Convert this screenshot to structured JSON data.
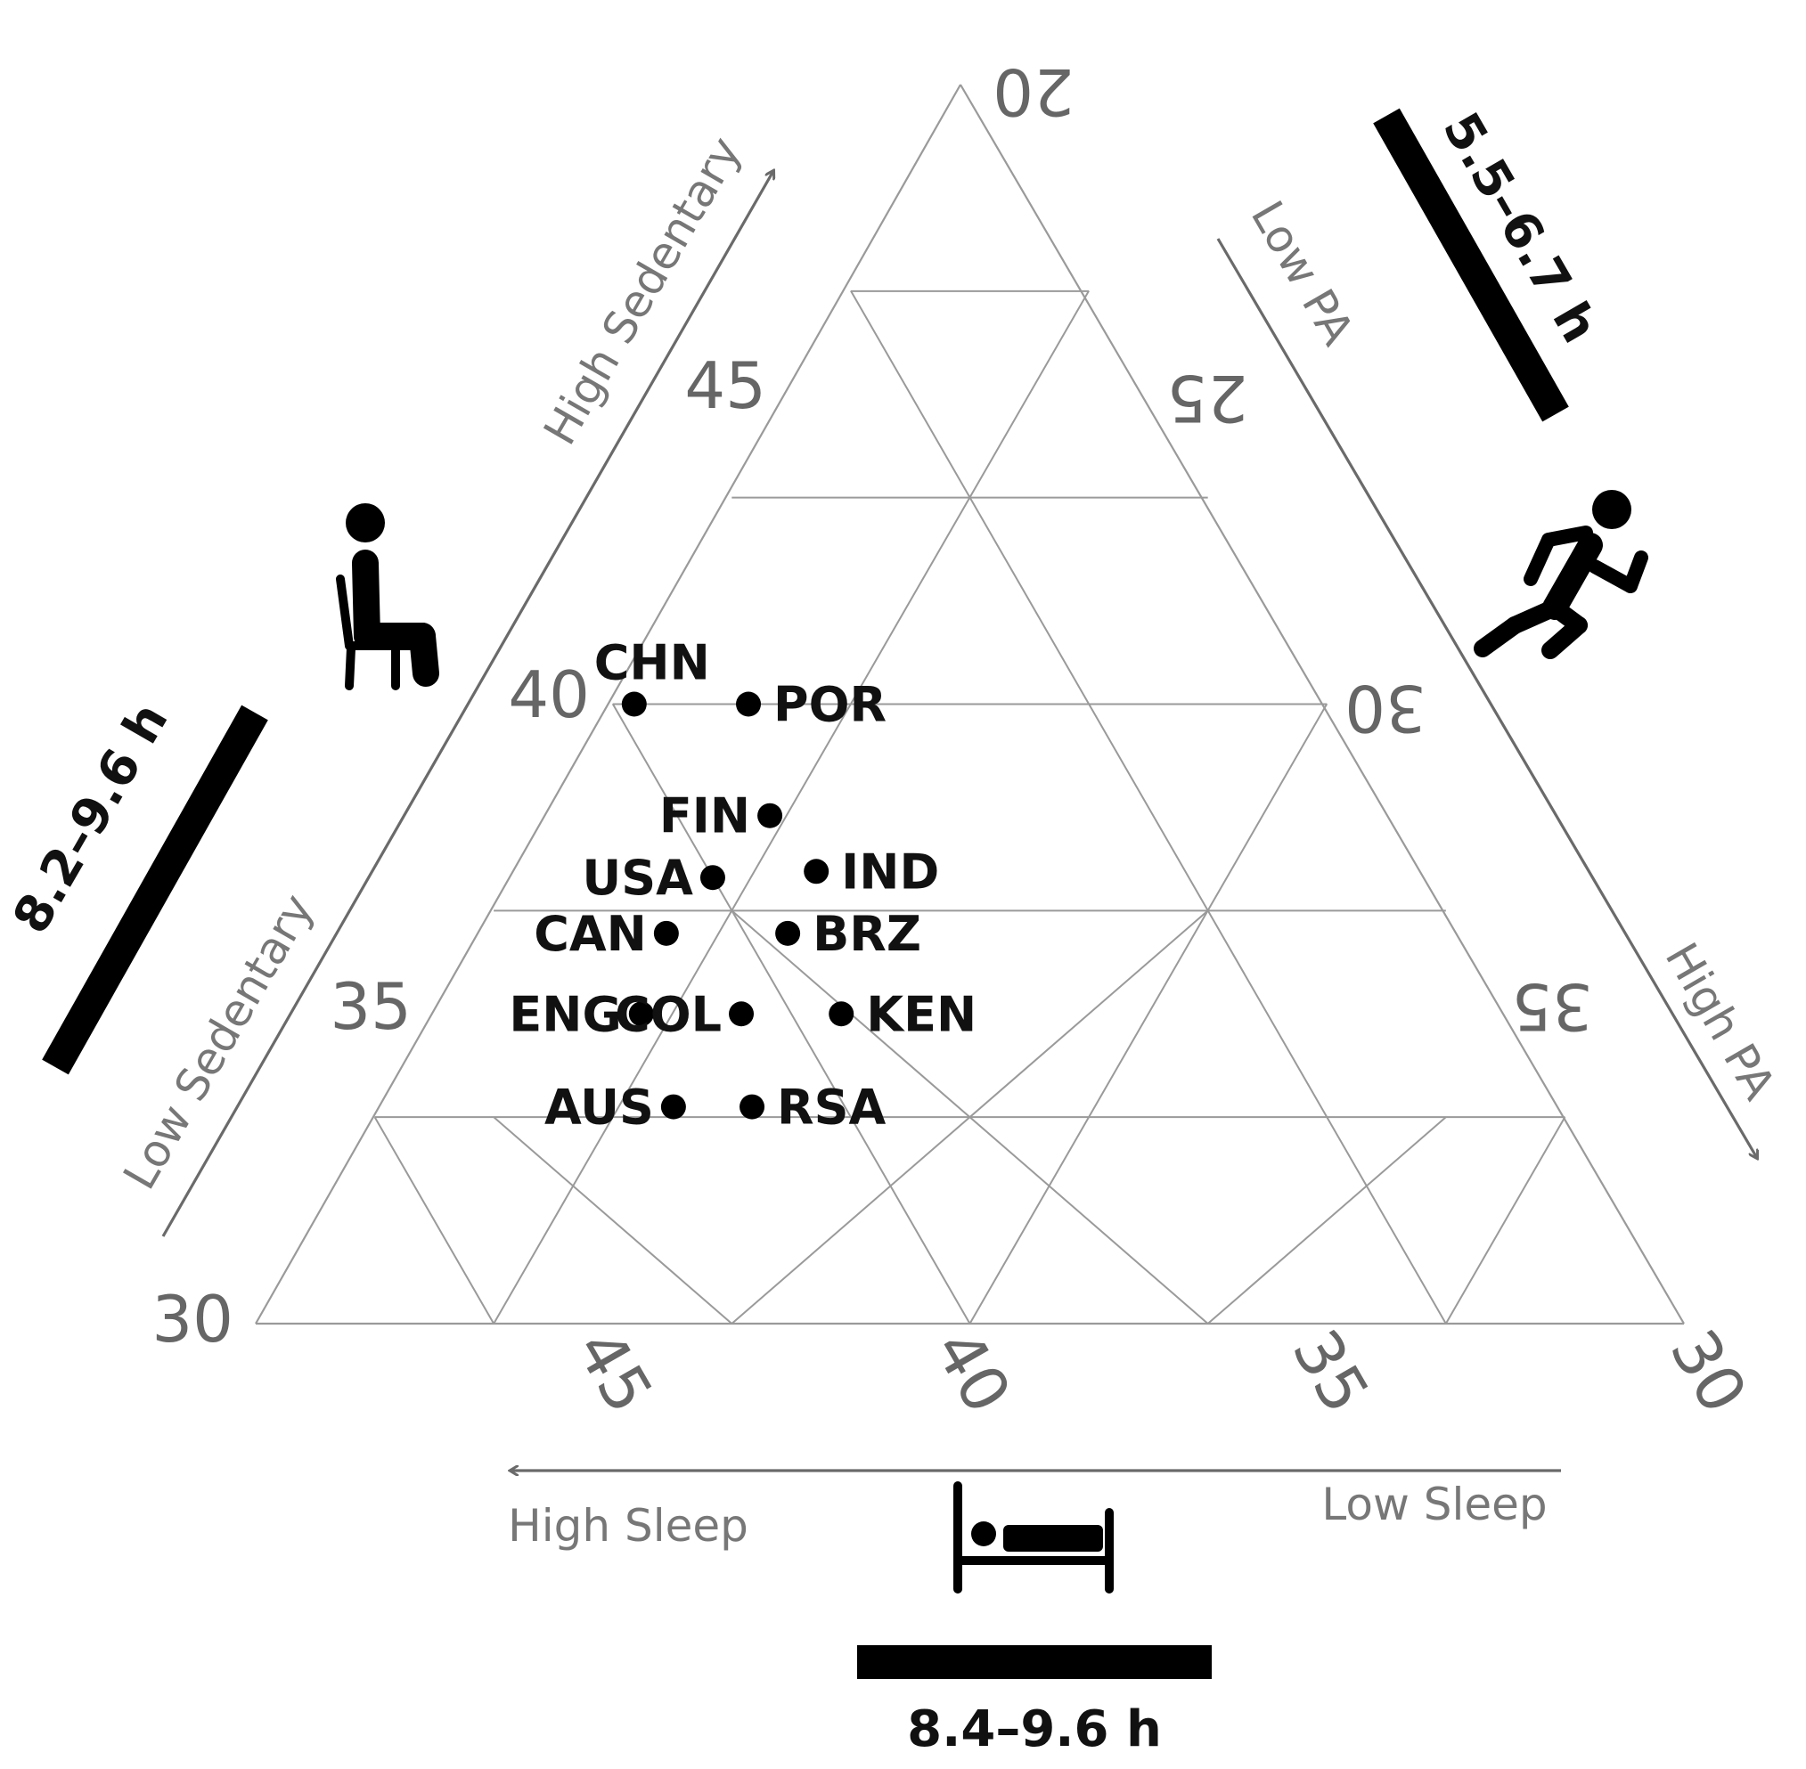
{
  "chart_data": {
    "type": "scatter",
    "subtype": "ternary",
    "axes": {
      "sedentary": {
        "ticks": [
          "30",
          "35",
          "40",
          "45"
        ],
        "low_label": "Low Sedentary",
        "high_label": "High Sedentary",
        "range_label": "8.2–9.6 h",
        "icon": "sitting-person-icon"
      },
      "pa": {
        "ticks": [
          "20",
          "25",
          "30",
          "35"
        ],
        "low_label": "Low PA",
        "high_label": "High PA",
        "range_label": "5.5–6.7 h",
        "icon": "running-person-icon"
      },
      "sleep": {
        "ticks": [
          "45",
          "40",
          "35",
          "30"
        ],
        "high_label": "High Sleep",
        "low_label": "Low Sleep",
        "range_label": "8.4–9.6 h",
        "icon": "bed-icon"
      }
    },
    "points": [
      {
        "label": "CHN",
        "sedentary": 40.0,
        "pa": 20.3,
        "sleep": 39.7
      },
      {
        "label": "POR",
        "sedentary": 40.0,
        "pa": 21.9,
        "sleep": 38.1
      },
      {
        "label": "FIN",
        "sedentary": 38.2,
        "pa": 23.1,
        "sleep": 38.7
      },
      {
        "label": "USA",
        "sedentary": 37.2,
        "pa": 22.8,
        "sleep": 40.0
      },
      {
        "label": "IND",
        "sedentary": 37.3,
        "pa": 24.2,
        "sleep": 38.5
      },
      {
        "label": "CAN",
        "sedentary": 36.3,
        "pa": 22.6,
        "sleep": 41.1
      },
      {
        "label": "BRZ",
        "sedentary": 36.3,
        "pa": 24.3,
        "sleep": 39.4
      },
      {
        "label": "ENG",
        "sedentary": 35.0,
        "pa": 22.9,
        "sleep": 42.1
      },
      {
        "label": "COL",
        "sedentary": 35.0,
        "pa": 24.3,
        "sleep": 40.7
      },
      {
        "label": "KEN",
        "sedentary": 35.0,
        "pa": 25.7,
        "sleep": 39.3
      },
      {
        "label": "AUS",
        "sedentary": 33.5,
        "pa": 24.1,
        "sleep": 42.4
      },
      {
        "label": "RSA",
        "sedentary": 33.5,
        "pa": 25.2,
        "sleep": 41.3
      }
    ]
  }
}
